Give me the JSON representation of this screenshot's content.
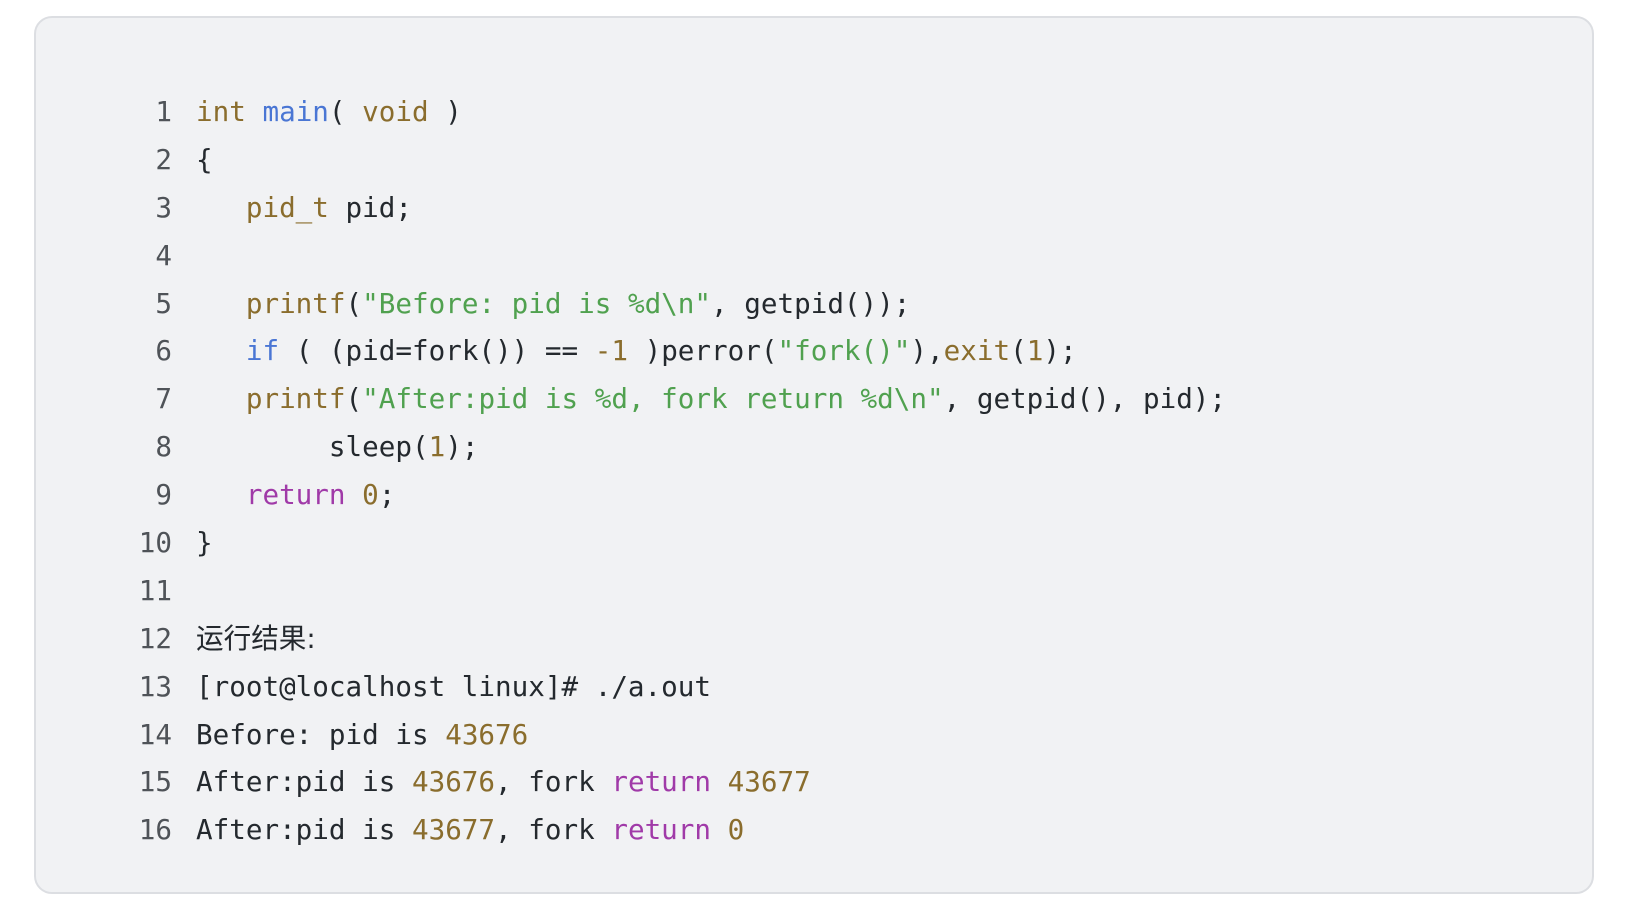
{
  "lines": [
    {
      "no": "1",
      "tokens": [
        {
          "t": "int",
          "c": "type"
        },
        {
          "t": " ",
          "c": "plain"
        },
        {
          "t": "main",
          "c": "fn"
        },
        {
          "t": "( ",
          "c": "plain"
        },
        {
          "t": "void",
          "c": "type"
        },
        {
          "t": " )",
          "c": "plain"
        }
      ]
    },
    {
      "no": "2",
      "tokens": [
        {
          "t": "{",
          "c": "plain"
        }
      ]
    },
    {
      "no": "3",
      "tokens": [
        {
          "t": "   ",
          "c": "plain"
        },
        {
          "t": "pid_t",
          "c": "type"
        },
        {
          "t": " pid;",
          "c": "plain"
        }
      ]
    },
    {
      "no": "4",
      "tokens": []
    },
    {
      "no": "5",
      "tokens": [
        {
          "t": "   ",
          "c": "plain"
        },
        {
          "t": "printf",
          "c": "type"
        },
        {
          "t": "(",
          "c": "plain"
        },
        {
          "t": "\"Before: pid is %d\\n\"",
          "c": "str"
        },
        {
          "t": ", getpid());",
          "c": "plain"
        }
      ]
    },
    {
      "no": "6",
      "tokens": [
        {
          "t": "   ",
          "c": "plain"
        },
        {
          "t": "if",
          "c": "fn"
        },
        {
          "t": " ( (pid=fork()) == ",
          "c": "plain"
        },
        {
          "t": "-1",
          "c": "num"
        },
        {
          "t": " )perror(",
          "c": "plain"
        },
        {
          "t": "\"fork()\"",
          "c": "str"
        },
        {
          "t": "),",
          "c": "plain"
        },
        {
          "t": "exit",
          "c": "type"
        },
        {
          "t": "(",
          "c": "plain"
        },
        {
          "t": "1",
          "c": "num"
        },
        {
          "t": ");",
          "c": "plain"
        }
      ]
    },
    {
      "no": "7",
      "tokens": [
        {
          "t": "   ",
          "c": "plain"
        },
        {
          "t": "printf",
          "c": "type"
        },
        {
          "t": "(",
          "c": "plain"
        },
        {
          "t": "\"After:pid is %d, fork return %d\\n\"",
          "c": "str"
        },
        {
          "t": ", getpid(), pid);",
          "c": "plain"
        }
      ]
    },
    {
      "no": "8",
      "tokens": [
        {
          "t": "        sleep(",
          "c": "plain"
        },
        {
          "t": "1",
          "c": "num"
        },
        {
          "t": ");",
          "c": "plain"
        }
      ]
    },
    {
      "no": "9",
      "tokens": [
        {
          "t": "   ",
          "c": "plain"
        },
        {
          "t": "return",
          "c": "kw"
        },
        {
          "t": " ",
          "c": "plain"
        },
        {
          "t": "0",
          "c": "num"
        },
        {
          "t": ";",
          "c": "plain"
        }
      ]
    },
    {
      "no": "10",
      "tokens": [
        {
          "t": "}",
          "c": "plain"
        }
      ]
    },
    {
      "no": "11",
      "tokens": []
    },
    {
      "no": "12",
      "tokens": [
        {
          "t": "运行结果:",
          "c": "plain cjk"
        }
      ]
    },
    {
      "no": "13",
      "tokens": [
        {
          "t": "[root@localhost linux]# ./a.out",
          "c": "plain"
        }
      ]
    },
    {
      "no": "14",
      "tokens": [
        {
          "t": "Before: pid is ",
          "c": "plain"
        },
        {
          "t": "43676",
          "c": "num"
        }
      ]
    },
    {
      "no": "15",
      "tokens": [
        {
          "t": "After:pid is ",
          "c": "plain"
        },
        {
          "t": "43676",
          "c": "num"
        },
        {
          "t": ", fork ",
          "c": "plain"
        },
        {
          "t": "return",
          "c": "kw"
        },
        {
          "t": " ",
          "c": "plain"
        },
        {
          "t": "43677",
          "c": "num"
        }
      ]
    },
    {
      "no": "16",
      "tokens": [
        {
          "t": "After:pid is ",
          "c": "plain"
        },
        {
          "t": "43677",
          "c": "num"
        },
        {
          "t": ", fork ",
          "c": "plain"
        },
        {
          "t": "return",
          "c": "kw"
        },
        {
          "t": " ",
          "c": "plain"
        },
        {
          "t": "0",
          "c": "num"
        }
      ]
    }
  ],
  "colors": {
    "background": "#f1f2f4",
    "border": "#dcdee2",
    "type": "#8a6d2d",
    "function": "#4a76d4",
    "string": "#50a14f",
    "number": "#8a6d2d",
    "keyword": "#a03aa8",
    "text": "#24292e"
  }
}
